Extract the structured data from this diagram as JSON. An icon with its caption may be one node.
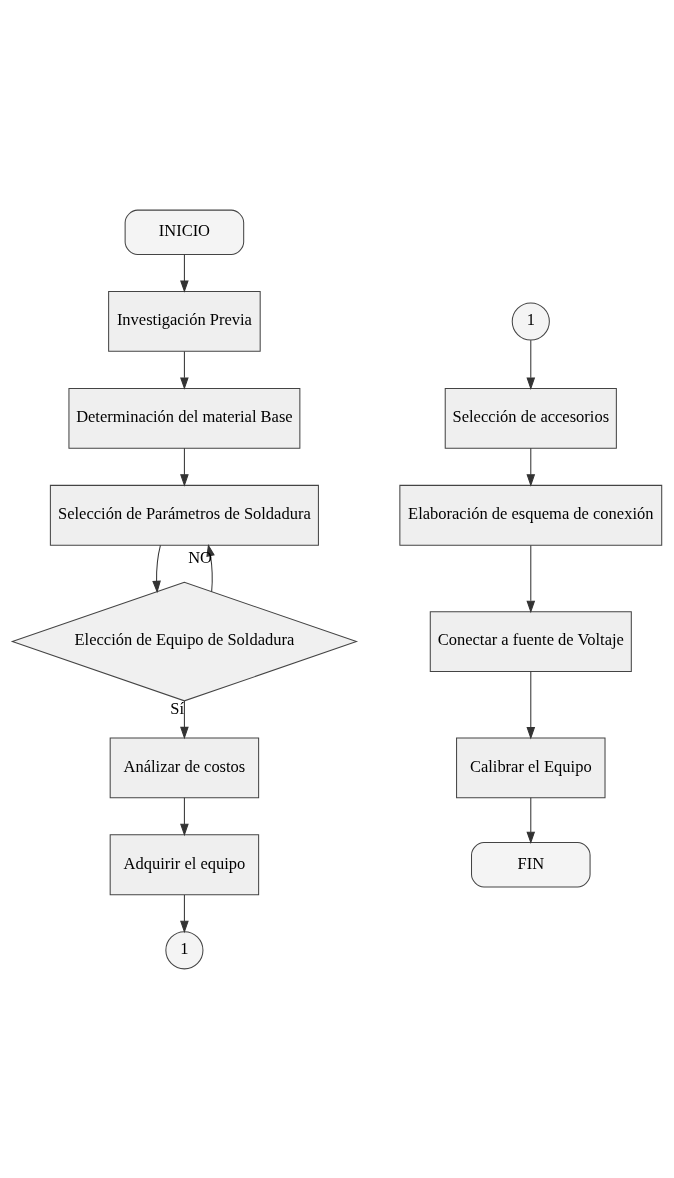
{
  "diagram": {
    "nodes": [
      {
        "text": [
          "INICIO"
        ]
      },
      {
        "text": [
          "Investigación Previa"
        ]
      },
      {
        "text": [
          "Determinación del material Base"
        ]
      },
      {
        "text": [
          "Selección de Parámetros de Soldadura"
        ]
      },
      {
        "text": [
          "Elección de Equipo de Soldadura"
        ]
      },
      {
        "text": [
          "Análizar de costos"
        ]
      },
      {
        "text": [
          "Adquirir el equipo"
        ]
      },
      {
        "text": [
          "1"
        ]
      },
      {
        "text": [
          "1"
        ]
      },
      {
        "text": [
          "Selección de accesorios"
        ]
      },
      {
        "text": [
          "Elaboración de esquema de conexión"
        ]
      },
      {
        "text": [
          "Conectar a fuente de Voltaje"
        ]
      },
      {
        "text": [
          "Calibrar el Equipo"
        ]
      },
      {
        "text": [
          "FIN"
        ]
      }
    ],
    "edges": [
      {
        "from": 0,
        "to": 1,
        "arrow": "to"
      },
      {
        "from": 1,
        "to": 2,
        "arrow": "to"
      },
      {
        "from": 2,
        "to": 3,
        "arrow": "to"
      },
      {
        "from": 3,
        "to": 4,
        "arrow": "to"
      },
      {
        "from": 4,
        "to": 3,
        "arrow": "to",
        "label": "NO"
      },
      {
        "from": 4,
        "to": 5,
        "arrow": "to",
        "label": "Sí"
      },
      {
        "from": 5,
        "to": 6,
        "arrow": "to"
      },
      {
        "from": 6,
        "to": 7,
        "arrow": "to"
      },
      {
        "from": 8,
        "to": 9,
        "arrow": "to"
      },
      {
        "from": 9,
        "to": 10,
        "arrow": "to"
      },
      {
        "from": 10,
        "to": 11,
        "arrow": "to"
      },
      {
        "from": 11,
        "to": 12,
        "arrow": "to"
      },
      {
        "from": 12,
        "to": 13,
        "arrow": "to"
      }
    ]
  }
}
